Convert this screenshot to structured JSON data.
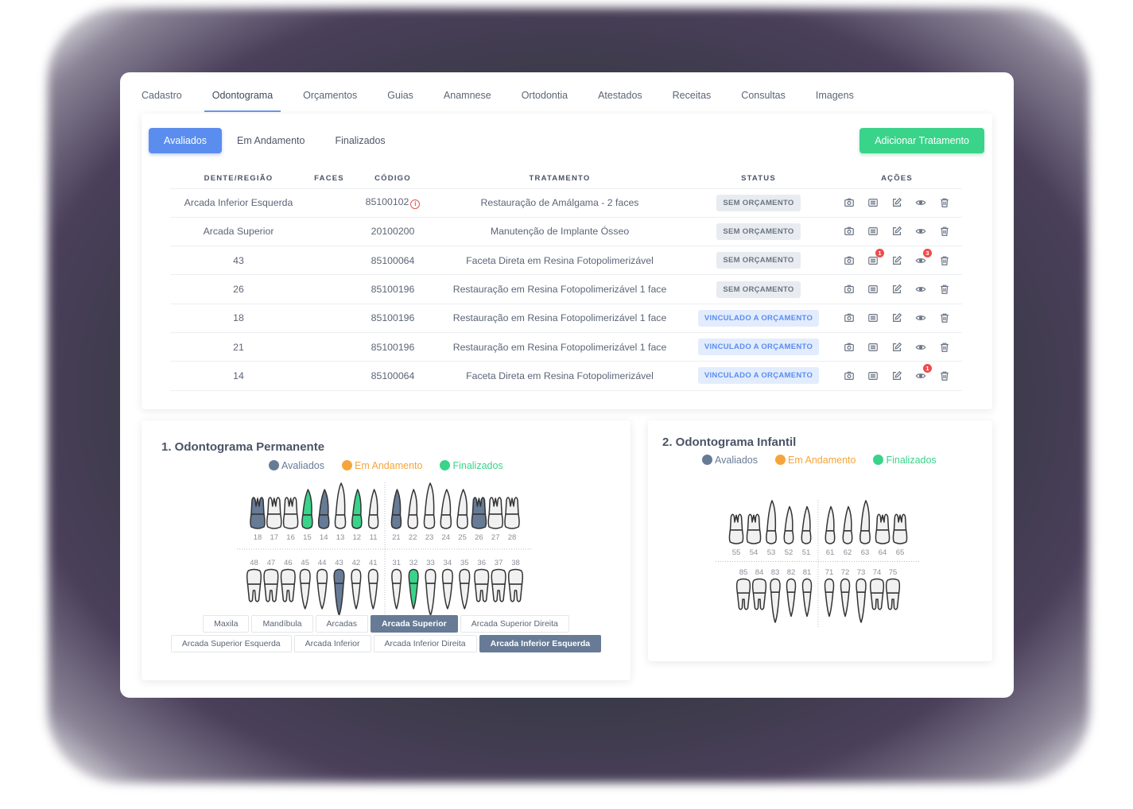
{
  "tabs": [
    "Cadastro",
    "Odontograma",
    "Orçamentos",
    "Guias",
    "Anamnese",
    "Ortodontia",
    "Atestados",
    "Receitas",
    "Consultas",
    "Imagens"
  ],
  "active_tab": "Odontograma",
  "filters": [
    "Avaliados",
    "Em Andamento",
    "Finalizados"
  ],
  "active_filter": "Avaliados",
  "add_button": "Adicionar Tratamento",
  "table": {
    "headers": [
      "DENTE/REGIÃO",
      "FACES",
      "CÓDIGO",
      "TRATAMENTO",
      "STATUS",
      "AÇÕES"
    ],
    "rows": [
      {
        "dente": "Arcada Inferior Esquerda",
        "faces": "",
        "codigo": "85100102",
        "info": true,
        "tratamento": "Restauração de Amálgama - 2 faces",
        "status": "SEM ORÇAMENTO",
        "status_type": "gray",
        "list_badge": "",
        "view_badge": ""
      },
      {
        "dente": "Arcada Superior",
        "faces": "",
        "codigo": "20100200",
        "info": false,
        "tratamento": "Manutenção de Implante Ósseo",
        "status": "SEM ORÇAMENTO",
        "status_type": "gray",
        "list_badge": "",
        "view_badge": ""
      },
      {
        "dente": "43",
        "faces": "",
        "codigo": "85100064",
        "info": false,
        "tratamento": "Faceta Direta em Resina Fotopolimerizável",
        "status": "SEM ORÇAMENTO",
        "status_type": "gray",
        "list_badge": "1",
        "view_badge": "3"
      },
      {
        "dente": "26",
        "faces": "",
        "codigo": "85100196",
        "info": false,
        "tratamento": "Restauração em Resina Fotopolimerizável 1 face",
        "status": "SEM ORÇAMENTO",
        "status_type": "gray",
        "list_badge": "",
        "view_badge": ""
      },
      {
        "dente": "18",
        "faces": "",
        "codigo": "85100196",
        "info": false,
        "tratamento": "Restauração em Resina Fotopolimerizável 1 face",
        "status": "VINCULADO A ORÇAMENTO",
        "status_type": "blue",
        "list_badge": "",
        "view_badge": ""
      },
      {
        "dente": "21",
        "faces": "",
        "codigo": "85100196",
        "info": false,
        "tratamento": "Restauração em Resina Fotopolimerizável 1 face",
        "status": "VINCULADO A ORÇAMENTO",
        "status_type": "blue",
        "list_badge": "",
        "view_badge": ""
      },
      {
        "dente": "14",
        "faces": "",
        "codigo": "85100064",
        "info": false,
        "tratamento": "Faceta Direta em Resina Fotopolimerizável",
        "status": "VINCULADO A ORÇAMENTO",
        "status_type": "blue",
        "list_badge": "",
        "view_badge": "1"
      }
    ],
    "action_icons": [
      "camera-icon",
      "list-icon",
      "edit-icon",
      "eye-icon",
      "trash-icon"
    ]
  },
  "legend": [
    {
      "label": "Avaliados",
      "color": "#677b96"
    },
    {
      "label": "Em Andamento",
      "color": "#f6a53a"
    },
    {
      "label": "Finalizados",
      "color": "#3ad38a"
    }
  ],
  "permanent": {
    "title": "1. Odontograma Permanente",
    "upper": [
      "18",
      "17",
      "16",
      "15",
      "14",
      "13",
      "12",
      "11",
      "21",
      "22",
      "23",
      "24",
      "25",
      "26",
      "27",
      "28"
    ],
    "lower": [
      "48",
      "47",
      "46",
      "45",
      "44",
      "43",
      "42",
      "41",
      "31",
      "32",
      "33",
      "34",
      "35",
      "36",
      "37",
      "38"
    ],
    "status": {
      "18": "avaliado",
      "14": "avaliado",
      "21": "avaliado",
      "26": "avaliado",
      "43": "avaliado",
      "15": "finalizado",
      "12": "finalizado",
      "32": "finalizado"
    },
    "regions_row1": [
      "Maxila",
      "Mandíbula",
      "Arcadas",
      "Arcada Superior",
      "Arcada Superior Direita"
    ],
    "regions_row2": [
      "Arcada Superior Esquerda",
      "Arcada Inferior",
      "Arcada Inferior Direita",
      "Arcada Inferior Esquerda"
    ],
    "active_regions": [
      "Arcada Superior",
      "Arcada Inferior Esquerda"
    ]
  },
  "infantil": {
    "title": "2. Odontograma Infantil",
    "upper": [
      "55",
      "54",
      "53",
      "52",
      "51",
      "61",
      "62",
      "63",
      "64",
      "65"
    ],
    "lower": [
      "85",
      "84",
      "83",
      "82",
      "81",
      "71",
      "72",
      "73",
      "74",
      "75"
    ]
  },
  "colors": {
    "avaliado": "#677b96",
    "finalizado": "#3ad38a",
    "andamento": "#f6a53a",
    "primary": "#5b8def",
    "success": "#3ad38a",
    "tooth_fill": "#f1f1f1",
    "tooth_stroke": "#333333"
  }
}
